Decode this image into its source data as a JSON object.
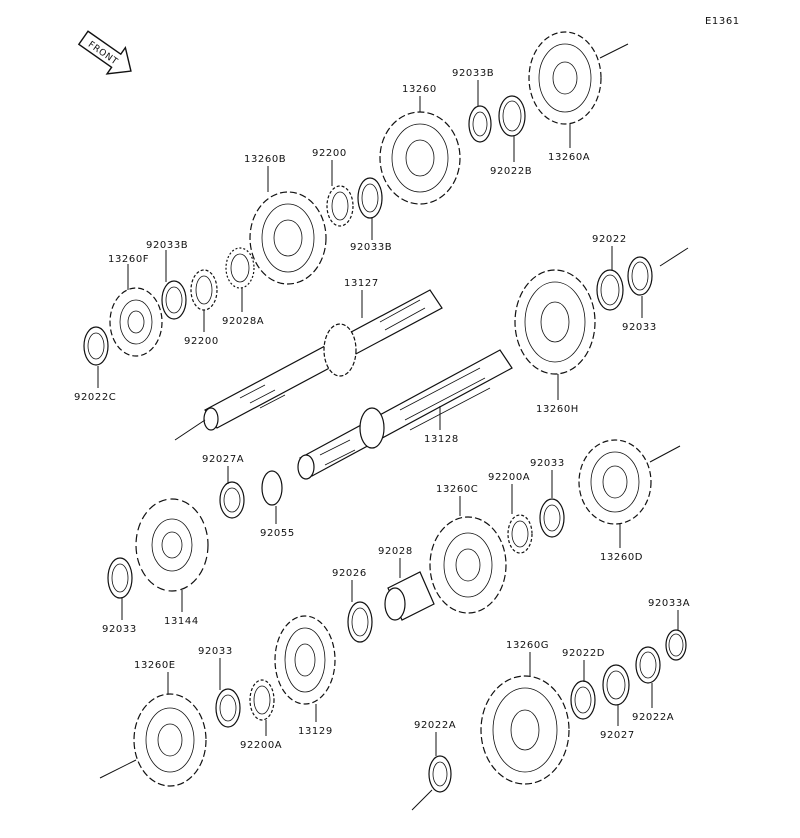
{
  "diagram": {
    "ref_code": "E1361",
    "front_label": "FRONT"
  },
  "labels": {
    "p_13260": "13260",
    "p_92033B_a": "92033B",
    "p_92022B": "92022B",
    "p_13260A": "13260A",
    "p_13260B": "13260B",
    "p_92200_a": "92200",
    "p_92033B_b": "92033B",
    "p_92033B_c": "92033B",
    "p_13260F": "13260F",
    "p_92200_b": "92200",
    "p_92028A": "92028A",
    "p_92022C": "92022C",
    "p_13127": "13127",
    "p_92022": "92022",
    "p_92033_a": "92033",
    "p_13260H": "13260H",
    "p_13128": "13128",
    "p_92027A": "92027A",
    "p_92055": "92055",
    "p_92033_b": "92033",
    "p_13144": "13144",
    "p_13260C": "13260C",
    "p_92200A_a": "92200A",
    "p_92033_c": "92033",
    "p_13260D": "13260D",
    "p_92028": "92028",
    "p_92026": "92026",
    "p_92033A": "92033A",
    "p_13260E": "13260E",
    "p_92033_d": "92033",
    "p_92200A_b": "92200A",
    "p_13129": "13129",
    "p_13260G": "13260G",
    "p_92022D": "92022D",
    "p_92027": "92027",
    "p_92022A_a": "92022A",
    "p_92022A_b": "92022A"
  }
}
